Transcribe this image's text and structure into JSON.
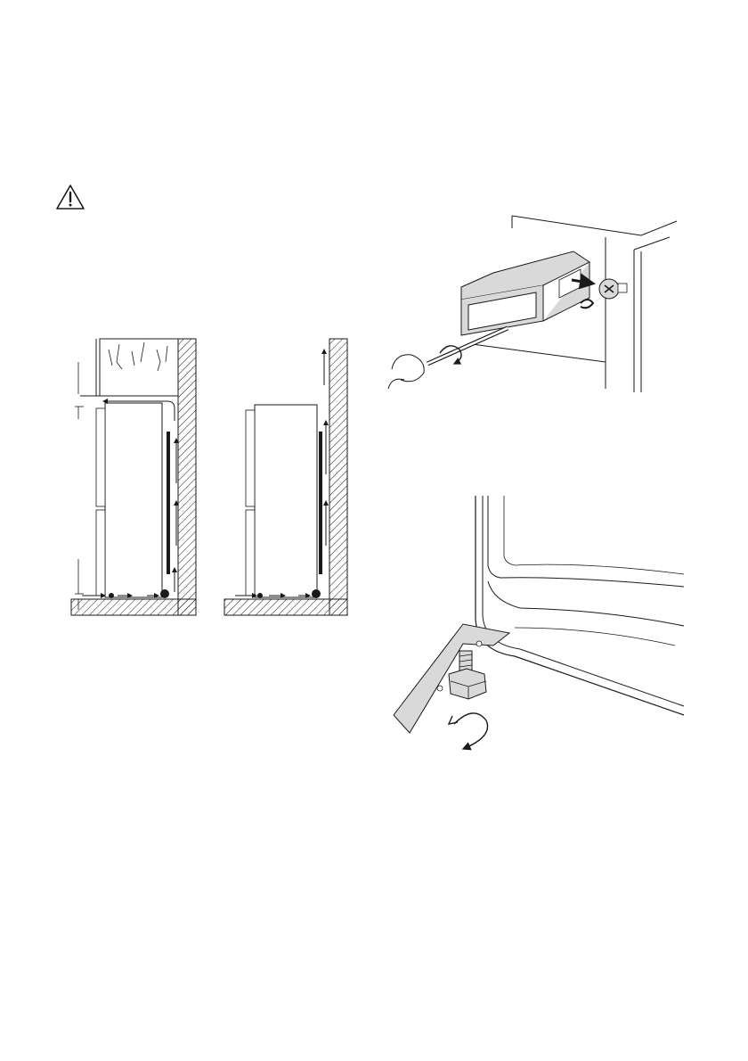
{
  "warning": {
    "icon": "warning-triangle-icon"
  },
  "figures": [
    {
      "id": "ventilation",
      "icons": [
        "airflow-arrow-icon"
      ]
    },
    {
      "id": "spacer-mounting",
      "icons": [
        "screwdriver-icon",
        "clockwise-arrow-icon",
        "spacer-icon",
        "screw-icon"
      ]
    },
    {
      "id": "adjustable-foot",
      "icons": [
        "foot-bolt-icon",
        "rotate-arrow-icon"
      ]
    }
  ],
  "colors": {
    "line": "#1a1a1a",
    "fill_grey": "#d9d9d9",
    "hatch": "#1a1a1a"
  }
}
